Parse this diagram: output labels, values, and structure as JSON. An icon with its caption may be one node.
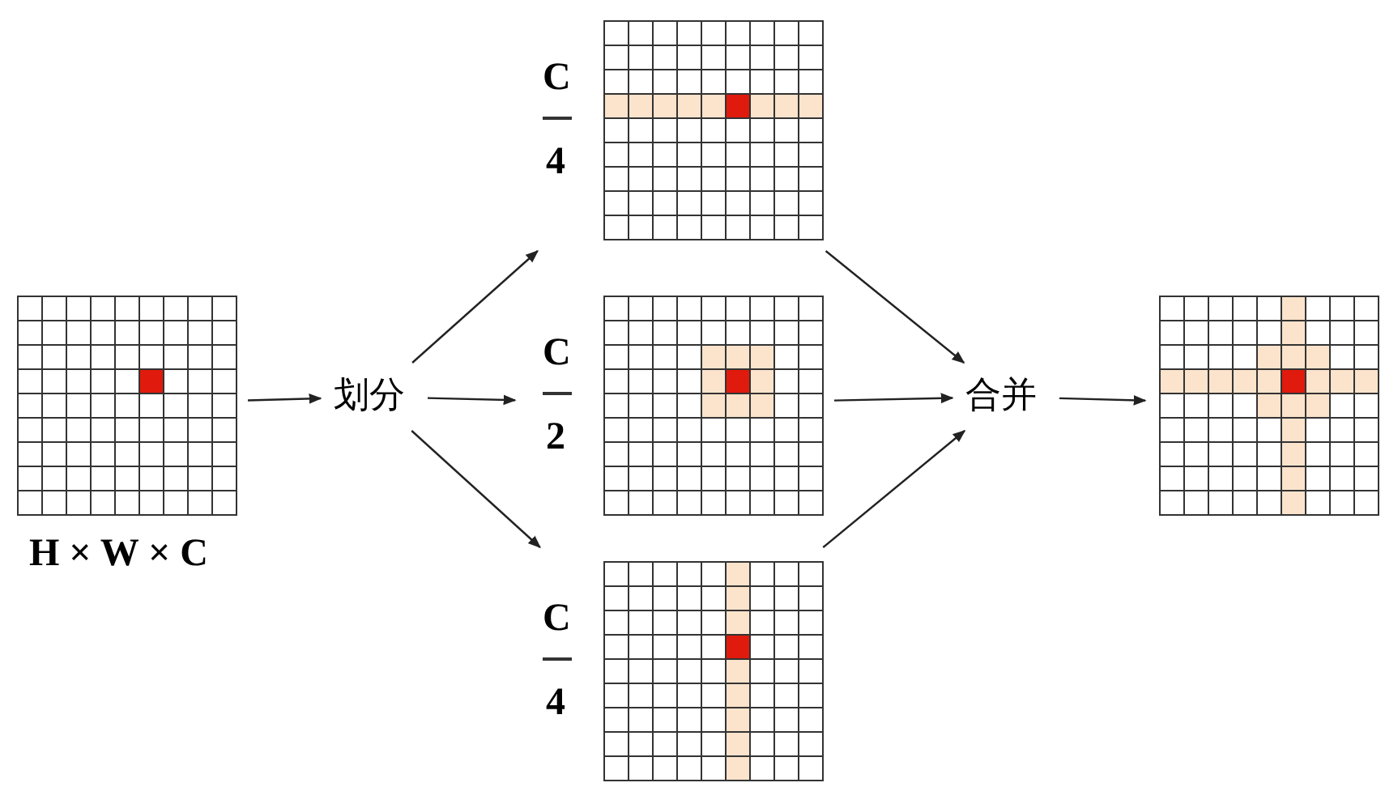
{
  "diagram": {
    "nodes": [
      {
        "text": [],
        "shape": "picture",
        "beside": [
          "H × W × C"
        ]
      },
      {
        "text": [
          "划分"
        ]
      },
      {
        "text": [],
        "shape": "picture",
        "beside": [
          "C",
          "4"
        ]
      },
      {
        "text": [],
        "shape": "picture",
        "beside": [
          "C",
          "2"
        ]
      },
      {
        "text": [],
        "shape": "picture",
        "beside": [
          "C",
          "4"
        ]
      },
      {
        "text": [
          "合并"
        ]
      },
      {
        "text": [],
        "shape": "picture"
      }
    ],
    "edges": [
      {
        "from": 0,
        "to": 1,
        "arrow": "to"
      },
      {
        "from": 1,
        "to": 2,
        "arrow": "to"
      },
      {
        "from": 1,
        "to": 3,
        "arrow": "to"
      },
      {
        "from": 1,
        "to": 4,
        "arrow": "to"
      },
      {
        "from": 2,
        "to": 5,
        "arrow": "to"
      },
      {
        "from": 3,
        "to": 5,
        "arrow": "to"
      },
      {
        "from": 4,
        "to": 5,
        "arrow": "to"
      },
      {
        "from": 5,
        "to": 6,
        "arrow": "to"
      }
    ]
  }
}
